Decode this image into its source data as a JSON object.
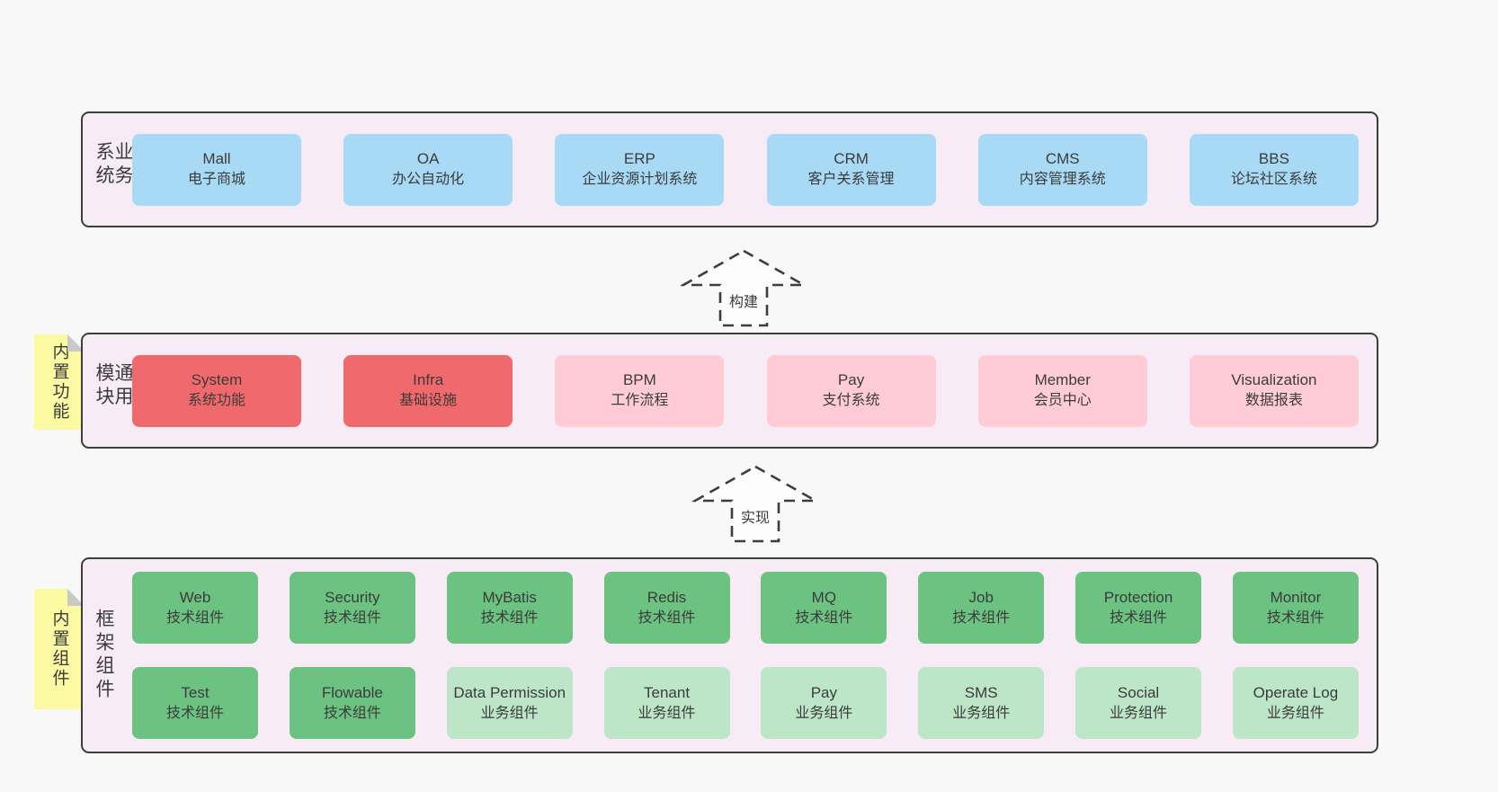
{
  "diagram": {
    "colors": {
      "page": "#f8f8f8",
      "panel": "#f7ecf6",
      "border": "#3d3d3d",
      "text": "#3b3b3b",
      "blue": "#a8daf6",
      "red": "#f0696d",
      "pink": "#ffccd6",
      "green": "#6cc381",
      "lightgreen": "#bce6c7",
      "note": "#fbf9a2",
      "fold": "#c9c9c9"
    },
    "arrows": [
      {
        "label": "构建"
      },
      {
        "label": "实现"
      }
    ],
    "layers": [
      {
        "label": "业务系统",
        "note": "",
        "boxes": [
          {
            "title": "Mall",
            "subtitle": "电子商城",
            "variant": "blue"
          },
          {
            "title": "OA",
            "subtitle": "办公自动化",
            "variant": "blue"
          },
          {
            "title": "ERP",
            "subtitle": "企业资源计划系统",
            "variant": "blue"
          },
          {
            "title": "CRM",
            "subtitle": "客户关系管理",
            "variant": "blue"
          },
          {
            "title": "CMS",
            "subtitle": "内容管理系统",
            "variant": "blue"
          },
          {
            "title": "BBS",
            "subtitle": "论坛社区系统",
            "variant": "blue"
          }
        ]
      },
      {
        "label": "通用模块",
        "note": "内置功能",
        "boxes": [
          {
            "title": "System",
            "subtitle": "系统功能",
            "variant": "red"
          },
          {
            "title": "Infra",
            "subtitle": "基础设施",
            "variant": "red"
          },
          {
            "title": "BPM",
            "subtitle": "工作流程",
            "variant": "pink"
          },
          {
            "title": "Pay",
            "subtitle": "支付系统",
            "variant": "pink"
          },
          {
            "title": "Member",
            "subtitle": "会员中心",
            "variant": "pink"
          },
          {
            "title": "Visualization",
            "subtitle": "数据报表",
            "variant": "pink"
          }
        ]
      },
      {
        "label": "框架组件",
        "note": "内置组件",
        "boxes": [
          {
            "title": "Web",
            "subtitle": "技术组件",
            "variant": "green"
          },
          {
            "title": "Security",
            "subtitle": "技术组件",
            "variant": "green"
          },
          {
            "title": "MyBatis",
            "subtitle": "技术组件",
            "variant": "green"
          },
          {
            "title": "Redis",
            "subtitle": "技术组件",
            "variant": "green"
          },
          {
            "title": "MQ",
            "subtitle": "技术组件",
            "variant": "green"
          },
          {
            "title": "Job",
            "subtitle": "技术组件",
            "variant": "green"
          },
          {
            "title": "Protection",
            "subtitle": "技术组件",
            "variant": "green"
          },
          {
            "title": "Monitor",
            "subtitle": "技术组件",
            "variant": "green"
          },
          {
            "title": "Test",
            "subtitle": "技术组件",
            "variant": "green"
          },
          {
            "title": "Flowable",
            "subtitle": "技术组件",
            "variant": "green"
          },
          {
            "title": "Data Permission",
            "subtitle": "业务组件",
            "variant": "lightgreen"
          },
          {
            "title": "Tenant",
            "subtitle": "业务组件",
            "variant": "lightgreen"
          },
          {
            "title": "Pay",
            "subtitle": "业务组件",
            "variant": "lightgreen"
          },
          {
            "title": "SMS",
            "subtitle": "业务组件",
            "variant": "lightgreen"
          },
          {
            "title": "Social",
            "subtitle": "业务组件",
            "variant": "lightgreen"
          },
          {
            "title": "Operate Log",
            "subtitle": "业务组件",
            "variant": "lightgreen"
          }
        ]
      }
    ]
  }
}
